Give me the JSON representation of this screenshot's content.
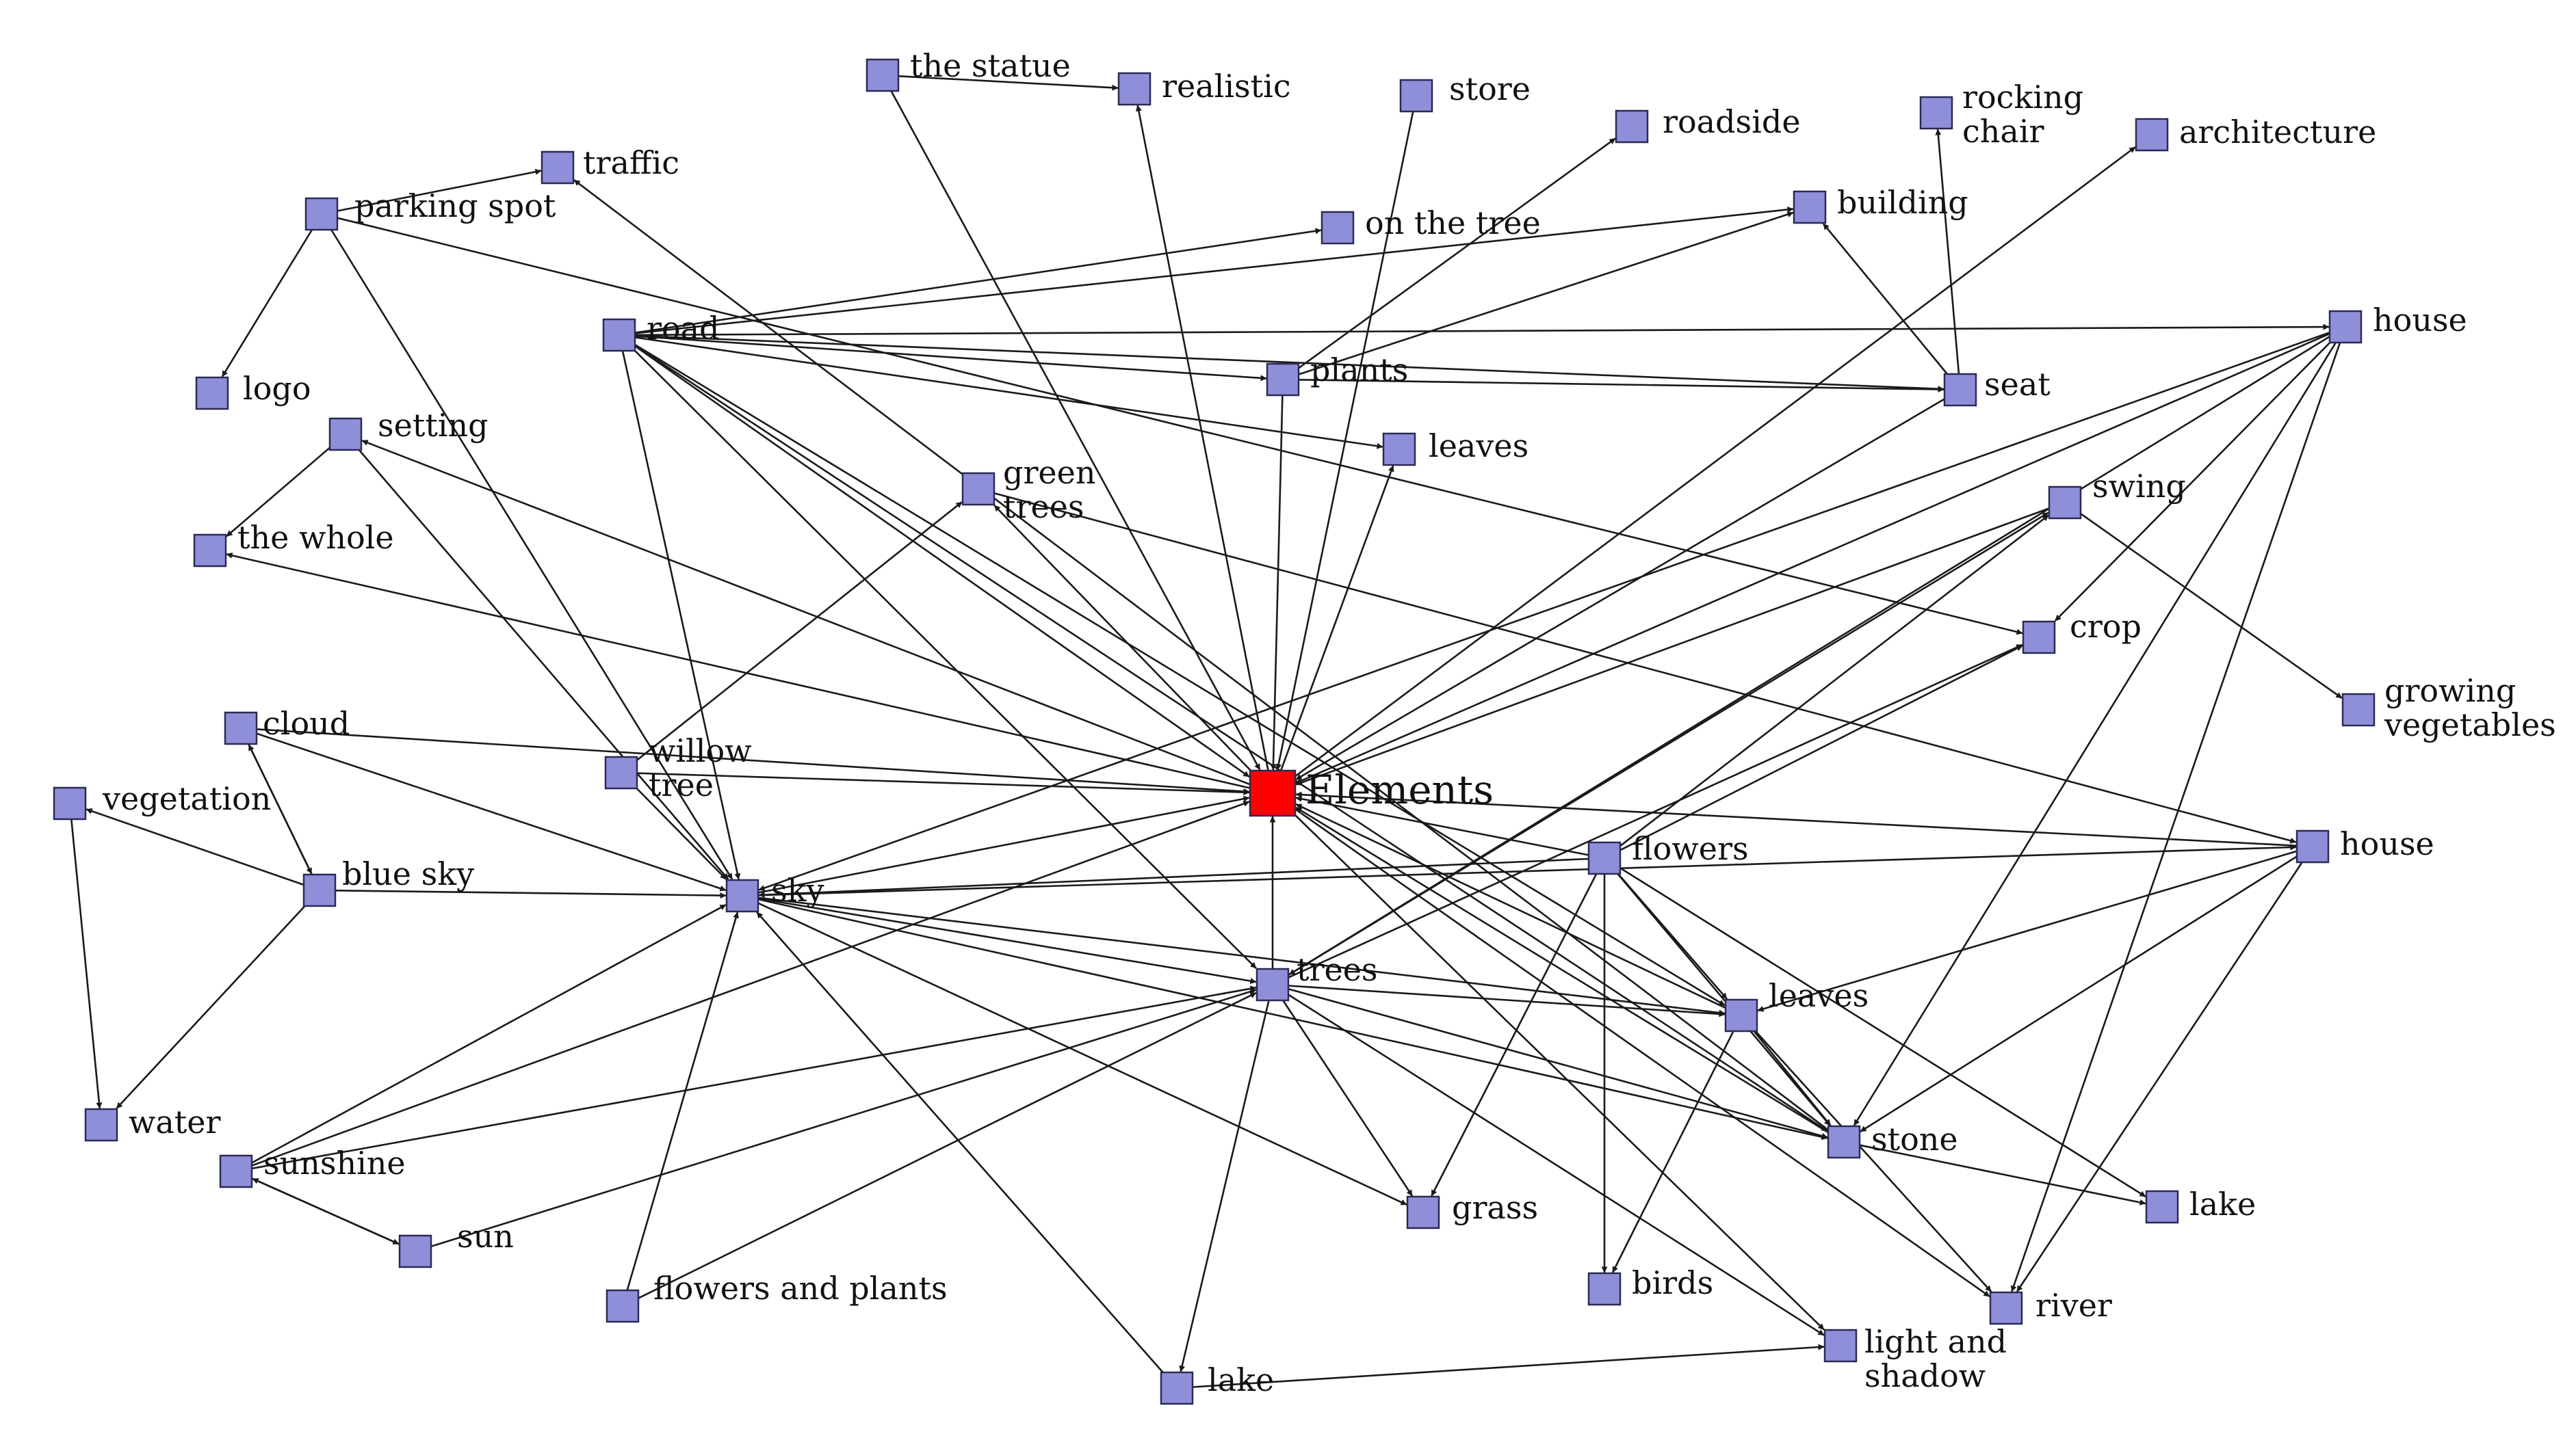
{
  "colors": {
    "node": "#8f8fd9",
    "node_border": "#2a2a55",
    "center_node": "#ff0000",
    "edge": "#1a1a1a"
  },
  "nodes": [
    {
      "id": "elements",
      "label": [
        "Elements"
      ],
      "center": true
    },
    {
      "id": "the-statue",
      "label": [
        "the statue"
      ]
    },
    {
      "id": "realistic",
      "label": [
        "realistic"
      ]
    },
    {
      "id": "store",
      "label": [
        "store"
      ]
    },
    {
      "id": "roadside",
      "label": [
        "roadside"
      ]
    },
    {
      "id": "rocking-chair",
      "label": [
        "rocking",
        "chair"
      ]
    },
    {
      "id": "architecture",
      "label": [
        "architecture"
      ]
    },
    {
      "id": "traffic",
      "label": [
        "traffic"
      ]
    },
    {
      "id": "parking-spot",
      "label": [
        "parking spot"
      ]
    },
    {
      "id": "on-the-tree",
      "label": [
        "on the tree"
      ]
    },
    {
      "id": "building",
      "label": [
        "building"
      ]
    },
    {
      "id": "road",
      "label": [
        "road"
      ]
    },
    {
      "id": "house-top",
      "label": [
        "house"
      ]
    },
    {
      "id": "logo",
      "label": [
        "logo"
      ]
    },
    {
      "id": "plants",
      "label": [
        "plants"
      ]
    },
    {
      "id": "seat",
      "label": [
        "seat"
      ]
    },
    {
      "id": "setting",
      "label": [
        "setting"
      ]
    },
    {
      "id": "leaves-top",
      "label": [
        "leaves"
      ]
    },
    {
      "id": "green-trees",
      "label": [
        "green",
        "trees"
      ]
    },
    {
      "id": "swing",
      "label": [
        "swing"
      ]
    },
    {
      "id": "the-whole",
      "label": [
        "the whole"
      ]
    },
    {
      "id": "crop",
      "label": [
        "crop"
      ]
    },
    {
      "id": "growing-vegetables",
      "label": [
        "growing",
        "vegetables"
      ]
    },
    {
      "id": "cloud",
      "label": [
        "cloud"
      ]
    },
    {
      "id": "willow-tree",
      "label": [
        "willow",
        "tree"
      ]
    },
    {
      "id": "vegetation",
      "label": [
        "vegetation"
      ]
    },
    {
      "id": "blue-sky",
      "label": [
        "blue sky"
      ]
    },
    {
      "id": "flowers",
      "label": [
        "flowers"
      ]
    },
    {
      "id": "house-right",
      "label": [
        "house"
      ]
    },
    {
      "id": "sky",
      "label": [
        "sky"
      ]
    },
    {
      "id": "trees",
      "label": [
        "trees"
      ]
    },
    {
      "id": "leaves-mid",
      "label": [
        "leaves"
      ]
    },
    {
      "id": "water",
      "label": [
        "water"
      ]
    },
    {
      "id": "stone",
      "label": [
        "stone"
      ]
    },
    {
      "id": "sunshine",
      "label": [
        "sunshine"
      ]
    },
    {
      "id": "grass",
      "label": [
        "grass"
      ]
    },
    {
      "id": "lake-right",
      "label": [
        "lake"
      ]
    },
    {
      "id": "sun",
      "label": [
        "sun"
      ]
    },
    {
      "id": "birds",
      "label": [
        "birds"
      ]
    },
    {
      "id": "flowers-and-plants",
      "label": [
        "flowers and plants"
      ]
    },
    {
      "id": "river",
      "label": [
        "river"
      ]
    },
    {
      "id": "light-and-shadow",
      "label": [
        "light and",
        "shadow"
      ]
    },
    {
      "id": "lake-bottom",
      "label": [
        "lake"
      ]
    }
  ],
  "edges": [
    [
      "the-statue",
      "realistic"
    ],
    [
      "the-statue",
      "elements"
    ],
    [
      "elements",
      "realistic"
    ],
    [
      "store",
      "elements"
    ],
    [
      "plants",
      "roadside"
    ],
    [
      "seat",
      "rocking-chair"
    ],
    [
      "seat",
      "building"
    ],
    [
      "elements",
      "architecture"
    ],
    [
      "parking-spot",
      "traffic"
    ],
    [
      "parking-spot",
      "logo"
    ],
    [
      "parking-spot",
      "sky"
    ],
    [
      "parking-spot",
      "crop"
    ],
    [
      "road",
      "on-the-tree"
    ],
    [
      "road",
      "building"
    ],
    [
      "road",
      "plants"
    ],
    [
      "road",
      "seat"
    ],
    [
      "road",
      "leaves-top"
    ],
    [
      "road",
      "house-top"
    ],
    [
      "road",
      "sky"
    ],
    [
      "road",
      "elements"
    ],
    [
      "road",
      "trees"
    ],
    [
      "road",
      "leaves-mid"
    ],
    [
      "road",
      "stone"
    ],
    [
      "plants",
      "building"
    ],
    [
      "plants",
      "seat"
    ],
    [
      "plants",
      "elements"
    ],
    [
      "elements",
      "leaves-top"
    ],
    [
      "setting",
      "the-whole"
    ],
    [
      "setting",
      "sky"
    ],
    [
      "elements",
      "setting"
    ],
    [
      "elements",
      "the-whole"
    ],
    [
      "green-trees",
      "house-right"
    ],
    [
      "willow-tree",
      "green-trees"
    ],
    [
      "elements",
      "green-trees"
    ],
    [
      "stone",
      "traffic"
    ],
    [
      "cloud",
      "elements"
    ],
    [
      "cloud",
      "sky"
    ],
    [
      "blue-sky",
      "cloud"
    ],
    [
      "cloud",
      "blue-sky"
    ],
    [
      "blue-sky",
      "vegetation"
    ],
    [
      "blue-sky",
      "sky"
    ],
    [
      "blue-sky",
      "water"
    ],
    [
      "vegetation",
      "water"
    ],
    [
      "willow-tree",
      "elements"
    ],
    [
      "willow-tree",
      "sky"
    ],
    [
      "sky",
      "elements"
    ],
    [
      "sky",
      "house-right"
    ],
    [
      "sky",
      "trees"
    ],
    [
      "sky",
      "leaves-mid"
    ],
    [
      "sky",
      "stone"
    ],
    [
      "sky",
      "grass"
    ],
    [
      "house-top",
      "sky"
    ],
    [
      "house-top",
      "elements"
    ],
    [
      "house-top",
      "trees"
    ],
    [
      "house-top",
      "crop"
    ],
    [
      "house-top",
      "stone"
    ],
    [
      "house-top",
      "river"
    ],
    [
      "swing",
      "growing-vegetables"
    ],
    [
      "flowers",
      "swing"
    ],
    [
      "flowers",
      "crop"
    ],
    [
      "flowers",
      "elements"
    ],
    [
      "flowers",
      "leaves-mid"
    ],
    [
      "flowers",
      "stone"
    ],
    [
      "flowers",
      "grass"
    ],
    [
      "flowers",
      "birds"
    ],
    [
      "flowers",
      "lake-right"
    ],
    [
      "flowers",
      "sky"
    ],
    [
      "trees",
      "elements"
    ],
    [
      "trees",
      "swing"
    ],
    [
      "trees",
      "crop"
    ],
    [
      "trees",
      "leaves-mid"
    ],
    [
      "trees",
      "stone"
    ],
    [
      "trees",
      "grass"
    ],
    [
      "trees",
      "lake-bottom"
    ],
    [
      "trees",
      "light-and-shadow"
    ],
    [
      "house-right",
      "elements"
    ],
    [
      "house-right",
      "leaves-mid"
    ],
    [
      "house-right",
      "stone"
    ],
    [
      "house-right",
      "river"
    ],
    [
      "leaves-mid",
      "elements"
    ],
    [
      "leaves-mid",
      "birds"
    ],
    [
      "leaves-mid",
      "stone"
    ],
    [
      "leaves-mid",
      "river"
    ],
    [
      "stone",
      "elements"
    ],
    [
      "stone",
      "lake-right"
    ],
    [
      "elements",
      "river"
    ],
    [
      "sunshine",
      "sky"
    ],
    [
      "sunshine",
      "elements"
    ],
    [
      "sunshine",
      "trees"
    ],
    [
      "sunshine",
      "sun"
    ],
    [
      "sun",
      "sunshine"
    ],
    [
      "sun",
      "trees"
    ],
    [
      "flowers-and-plants",
      "sky"
    ],
    [
      "flowers-and-plants",
      "trees"
    ],
    [
      "lake-bottom",
      "sky"
    ],
    [
      "lake-bottom",
      "light-and-shadow"
    ],
    [
      "elements",
      "light-and-shadow"
    ],
    [
      "seat",
      "elements"
    ],
    [
      "swing",
      "elements"
    ]
  ]
}
